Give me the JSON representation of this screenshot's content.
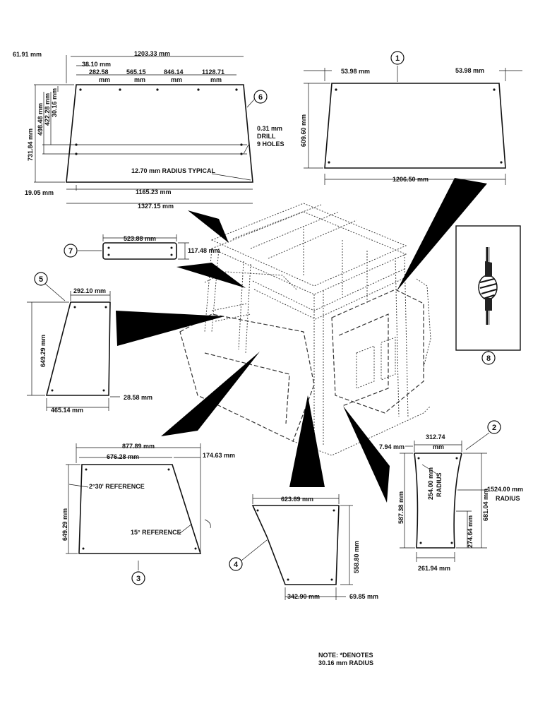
{
  "panel6": {
    "number": "6",
    "d_61_91": "61.91 mm",
    "d_1203_33": "1203.33 mm",
    "d_38_10": "38.10 mm",
    "d_282_58": "282.58",
    "d_565_15": "565.15",
    "d_846_14": "846.14",
    "d_1128_71": "1128.71",
    "unit_mm": "mm",
    "d_731_84": "731.84 mm",
    "d_498_48": "498.48 mm",
    "d_422_28": "422.28 mm",
    "d_30_16": "30.16 mm",
    "drill_1": "0.31 mm",
    "drill_2": "DRILL",
    "drill_3": "9 HOLES",
    "radius_typical": "12.70 mm RADIUS TYPICAL",
    "d_19_05": "19.05 mm",
    "d_1165_23": "1165.23 mm",
    "d_1327_15": "1327.15 mm"
  },
  "panel1": {
    "number": "1",
    "d_53_98_left": "53.98 mm",
    "d_53_98_right": "53.98 mm",
    "d_609_60": "609.60 mm",
    "d_1206_50": "1206.50 mm"
  },
  "panel7": {
    "number": "7",
    "d_523_88": "523.88 mm",
    "d_117_48": "117.48 mm"
  },
  "panel5": {
    "number": "5",
    "d_292_10": "292.10 mm",
    "d_649_29": "649.29 mm",
    "d_28_58": "28.58 mm",
    "d_465_14": "465.14 mm"
  },
  "panel8": {
    "number": "8"
  },
  "panel3": {
    "number": "3",
    "d_877_89": "877.89 mm",
    "d_676_28": "676.28 mm",
    "d_174_63": "174.63 mm",
    "ref_2_30": "2°30' REFERENCE",
    "d_649_29": "649.29 mm",
    "ref_15": "15° REFERENCE"
  },
  "panel4": {
    "number": "4",
    "d_623_89": "623.89 mm",
    "d_558_80": "558.80 mm",
    "d_342_90": "342.90 mm",
    "d_69_85": "69.85 mm"
  },
  "panel2": {
    "number": "2",
    "d_7_94": "7.94 mm",
    "d_312_74": "312.74",
    "d_312_74_unit": "mm",
    "r254_1": "254.00 mm",
    "r254_2": "RADIUS",
    "r1524_1": "1524.00 mm",
    "r1524_2": "RADIUS",
    "d_587_38": "587.38 mm",
    "d_681_04": "681.04 mm",
    "d_274_64": "274.64 mm",
    "d_261_94": "261.94 mm"
  },
  "note": {
    "line1": "NOTE: *DENOTES",
    "line2": "30.16 mm RADIUS"
  }
}
